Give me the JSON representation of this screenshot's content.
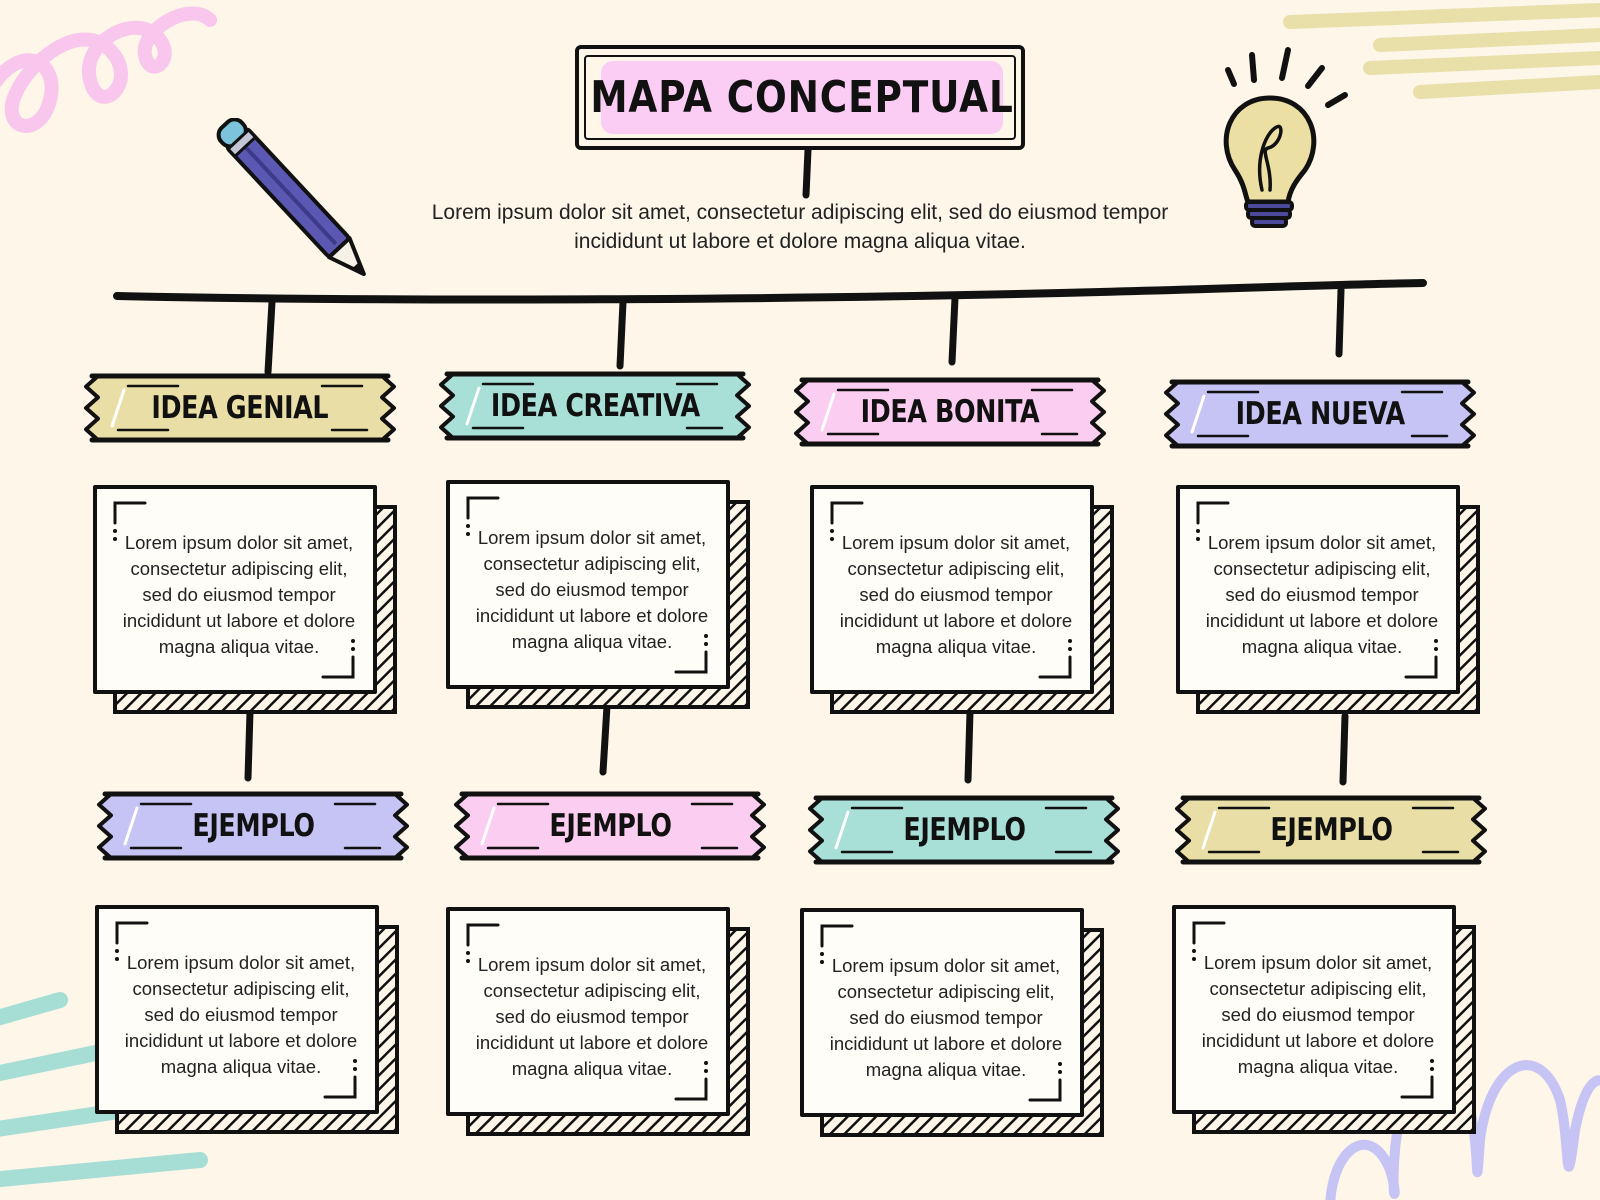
{
  "title": "Mapa conceptual",
  "subtitle": "Lorem ipsum dolor sit amet, consectetur adipiscing elit, sed do eiusmod tempor incididunt ut labore et dolore magna aliqua vitae.",
  "colors": {
    "background": "#fdf6e9",
    "title_fill": "#fbcdf4",
    "yellow": "#e9dfa6",
    "teal": "#a8dfd6",
    "pink": "#fbcdf0",
    "lavender": "#c6c3f5",
    "ink": "#111111"
  },
  "columns": [
    {
      "idea": {
        "label": "Idea genial",
        "color": "#e9dfa6"
      },
      "idea_text": "Lorem ipsum dolor sit amet, consectetur adipiscing elit, sed do eiusmod tempor incididunt ut labore et dolore magna aliqua vitae.",
      "example": {
        "label": "Ejemplo",
        "color": "#c6c3f5"
      },
      "example_text": "Lorem ipsum dolor sit amet, consectetur adipiscing elit, sed do eiusmod tempor incididunt ut labore et dolore magna aliqua vitae."
    },
    {
      "idea": {
        "label": "Idea creativa",
        "color": "#a8dfd6"
      },
      "idea_text": "Lorem ipsum dolor sit amet, consectetur adipiscing elit, sed do eiusmod tempor incididunt ut labore et dolore magna aliqua vitae.",
      "example": {
        "label": "Ejemplo",
        "color": "#fbcdf0"
      },
      "example_text": "Lorem ipsum dolor sit amet, consectetur adipiscing elit, sed do eiusmod tempor incididunt ut labore et dolore magna aliqua vitae."
    },
    {
      "idea": {
        "label": "Idea bonita",
        "color": "#fbcdf0"
      },
      "idea_text": "Lorem ipsum dolor sit amet, consectetur adipiscing elit, sed do eiusmod tempor incididunt ut labore et dolore magna aliqua vitae.",
      "example": {
        "label": "Ejemplo",
        "color": "#a8dfd6"
      },
      "example_text": "Lorem ipsum dolor sit amet, consectetur adipiscing elit, sed do eiusmod tempor incididunt ut labore et dolore magna aliqua vitae."
    },
    {
      "idea": {
        "label": "Idea nueva",
        "color": "#c6c3f5"
      },
      "idea_text": "Lorem ipsum dolor sit amet, consectetur adipiscing elit, sed do eiusmod tempor incididunt ut labore et dolore magna aliqua vitae.",
      "example": {
        "label": "Ejemplo",
        "color": "#e9dfa6"
      },
      "example_text": "Lorem ipsum dolor sit amet, consectetur adipiscing elit, sed do eiusmod tempor incididunt ut labore et dolore magna aliqua vitae."
    }
  ],
  "icons": [
    "pencil-icon",
    "lightbulb-icon"
  ]
}
